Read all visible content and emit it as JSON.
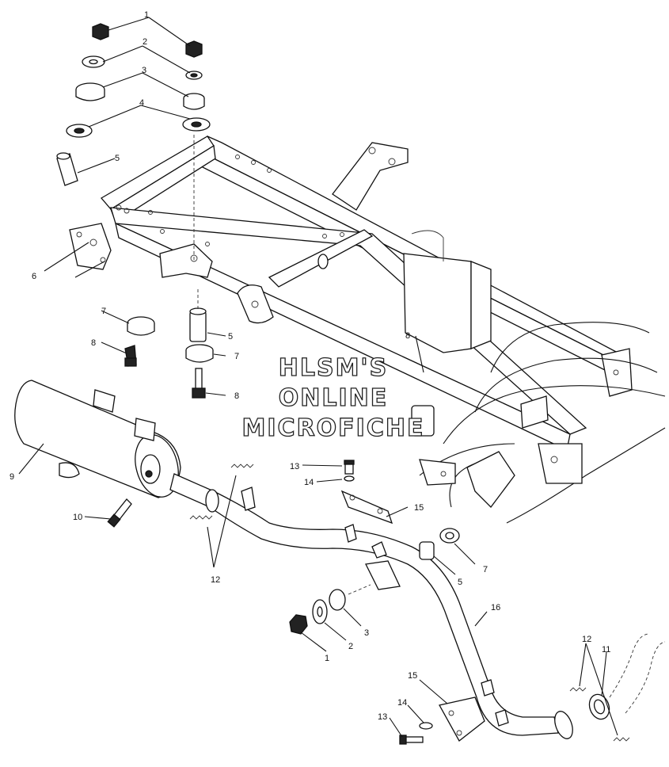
{
  "watermark": {
    "line1": "HLSM'S",
    "line2": "ONLINE",
    "line3": "MICROFICHE"
  },
  "callouts": {
    "c1_top": "1",
    "c2_top": "2",
    "c3_top": "3",
    "c4_top": "4",
    "c5_top": "5",
    "c6": "6",
    "c7_left": "7",
    "c8_left": "8",
    "c5_mid": "5",
    "c7_mid": "7",
    "c8_mid": "8",
    "c8_right": "8",
    "c9": "9",
    "c10": "10",
    "c12_left": "12",
    "c13_mid": "13",
    "c14_mid": "14",
    "c15_mid": "15",
    "c7_right": "7",
    "c5_right": "5",
    "c16": "16",
    "c3_low": "3",
    "c2_low": "2",
    "c1_low": "1",
    "c15_low": "15",
    "c14_low": "14",
    "c13_low": "13",
    "c12_right": "12",
    "c11": "11"
  }
}
